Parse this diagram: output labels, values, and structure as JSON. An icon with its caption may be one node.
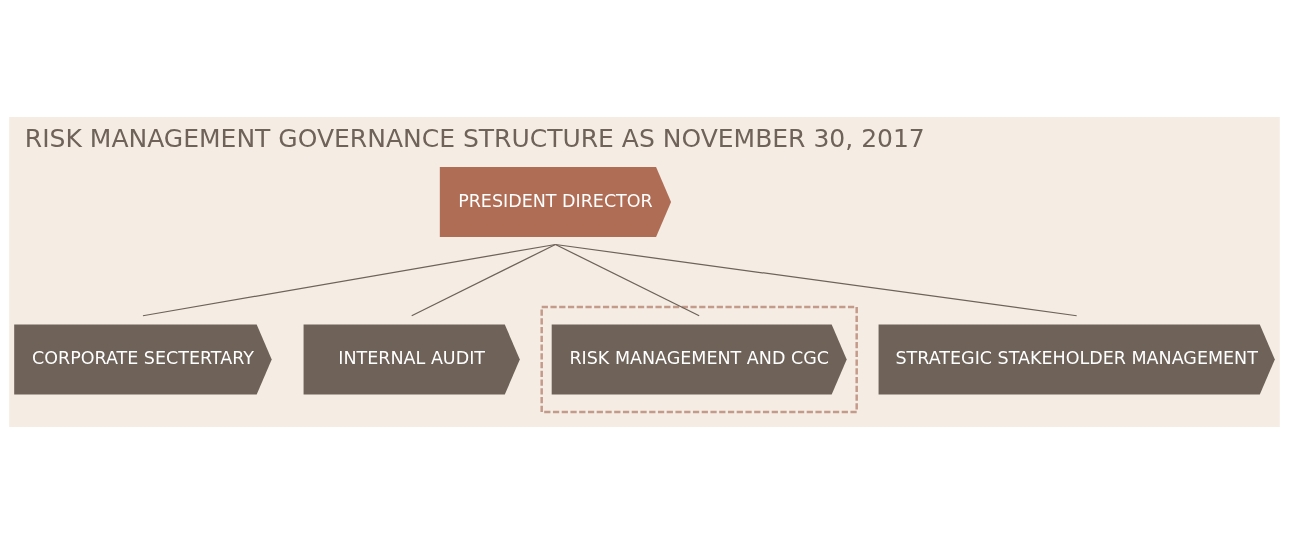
{
  "diagram": {
    "title": "RISK MANAGEMENT GOVERNANCE STRUCTURE AS NOVEMBER 30, 2017",
    "nodes": [
      {
        "text": [
          "PRESIDENT DIRECTOR"
        ]
      },
      {
        "text": [
          "CORPORATE SECTERTARY"
        ]
      },
      {
        "text": [
          "INTERNAL AUDIT"
        ]
      },
      {
        "text": [],
        "shape": "box"
      },
      {
        "text": [
          "RISK MANAGEMENT AND CGC"
        ],
        "in": 3
      },
      {
        "text": [
          "STRATEGIC STAKEHOLDER MANAGEMENT"
        ]
      }
    ],
    "edges": [
      {
        "from": 0,
        "to": 1,
        "arrow": "none"
      },
      {
        "from": 0,
        "to": 2,
        "arrow": "none"
      },
      {
        "from": 0,
        "to": 4,
        "arrow": "none"
      },
      {
        "from": 0,
        "to": 5,
        "arrow": "none"
      }
    ]
  }
}
